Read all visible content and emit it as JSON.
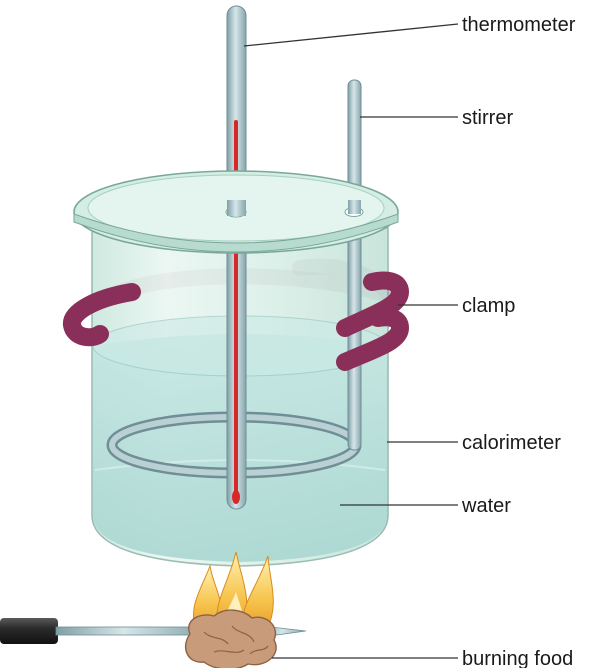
{
  "labels": {
    "thermometer": "thermometer",
    "stirrer": "stirrer",
    "clamp": "clamp",
    "calorimeter": "calorimeter",
    "water": "water",
    "burning_food": "burning food"
  },
  "colors": {
    "glass": "#cfe9dd",
    "glass_stroke": "#7aa79a",
    "water": "#a9d7d3",
    "clamp": "#8a2f5a",
    "rod": "#a9c4c9",
    "mercury": "#d62828",
    "flame": "#f4b83a",
    "food": "#c89b7b"
  }
}
